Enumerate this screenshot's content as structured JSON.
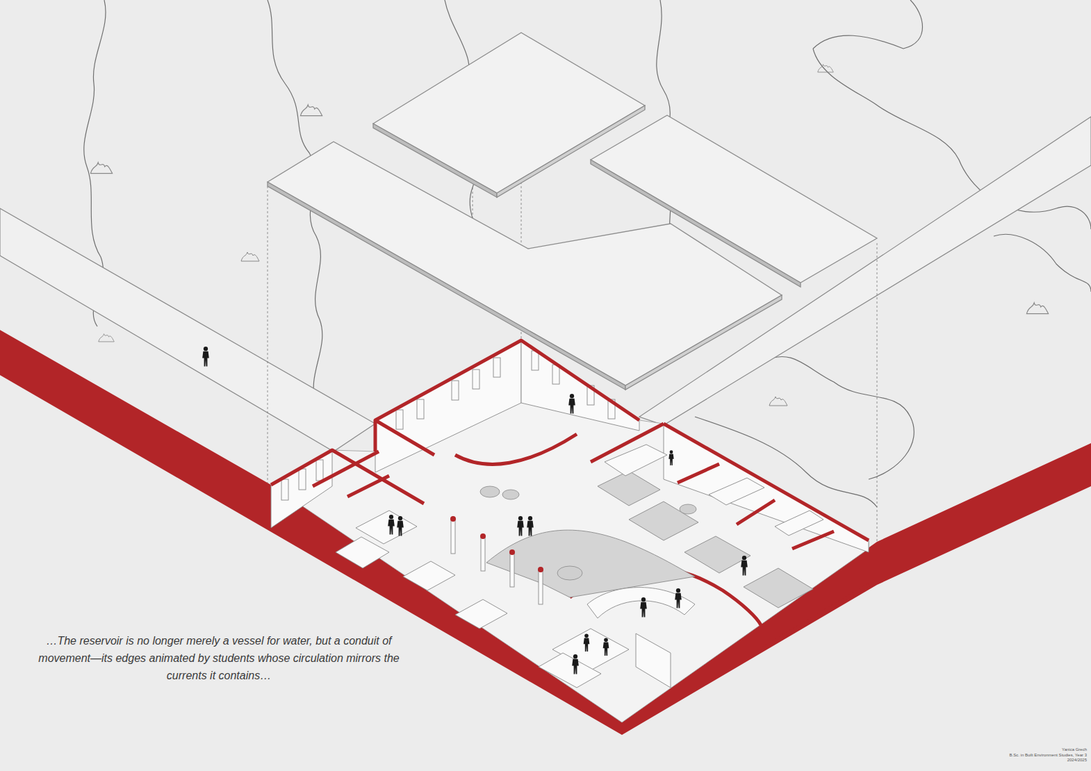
{
  "diagram": {
    "caption": "…The reservoir is no longer merely a vessel for water, but a conduit of movement—its edges animated by students whose circulation mirrors the currents it contains…",
    "labels": [
      "Yanica Grech",
      "B.Sc. in Built Environment Studies, Year 3",
      "2024/2025"
    ]
  }
}
